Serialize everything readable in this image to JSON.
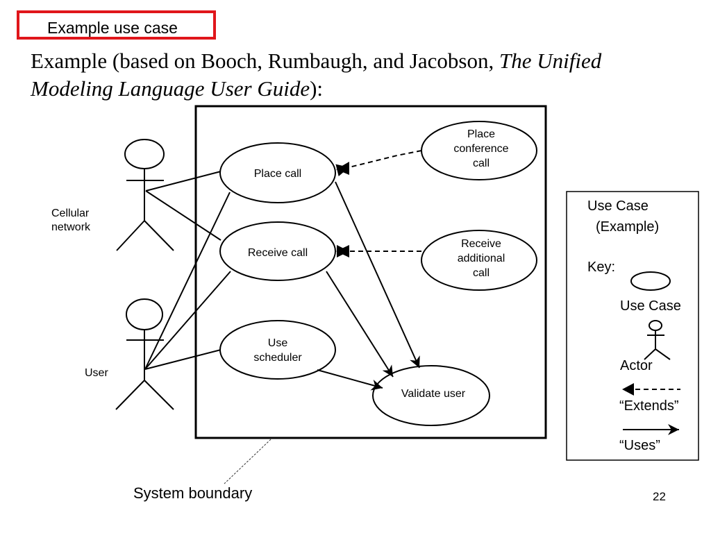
{
  "slide": {
    "heading": "Example use case",
    "subtitle_prefix": "Example (based on Booch, Rumbaugh, and Jacobson, ",
    "subtitle_book_line1": "The Unified",
    "subtitle_book_line2": "Modeling Language User Guide",
    "subtitle_suffix": "):",
    "page_number": "22",
    "accent_color": "#e0161b"
  },
  "diagram": {
    "system_boundary_label": "System boundary",
    "actors": [
      {
        "id": "cellular-network",
        "label_line1": "Cellular",
        "label_line2": "network"
      },
      {
        "id": "user",
        "label": "User"
      }
    ],
    "use_cases": [
      {
        "id": "place-call",
        "label": "Place call"
      },
      {
        "id": "receive-call",
        "label": "Receive call"
      },
      {
        "id": "use-scheduler",
        "label_line1": "Use",
        "label_line2": "scheduler"
      },
      {
        "id": "validate-user",
        "label": "Validate user"
      },
      {
        "id": "place-conference-call",
        "label_line1": "Place",
        "label_line2": "conference",
        "label_line3": "call"
      },
      {
        "id": "receive-additional-call",
        "label_line1": "Receive",
        "label_line2": "additional",
        "label_line3": "call"
      }
    ],
    "associations": [
      {
        "from": "cellular-network",
        "to": "place-call"
      },
      {
        "from": "cellular-network",
        "to": "receive-call"
      },
      {
        "from": "user",
        "to": "place-call"
      },
      {
        "from": "user",
        "to": "receive-call"
      },
      {
        "from": "user",
        "to": "use-scheduler"
      }
    ],
    "extends": [
      {
        "from": "place-conference-call",
        "to": "place-call"
      },
      {
        "from": "receive-additional-call",
        "to": "receive-call"
      }
    ],
    "uses": [
      {
        "from": "place-call",
        "to": "validate-user"
      },
      {
        "from": "receive-call",
        "to": "validate-user"
      },
      {
        "from": "use-scheduler",
        "to": "validate-user"
      }
    ]
  },
  "legend": {
    "title_line1": "Use Case",
    "title_line2": "(Example)",
    "key_label": "Key:",
    "use_case_label": "Use Case",
    "actor_label": "Actor",
    "extends_label": "“Extends”",
    "uses_label": "“Uses”"
  }
}
